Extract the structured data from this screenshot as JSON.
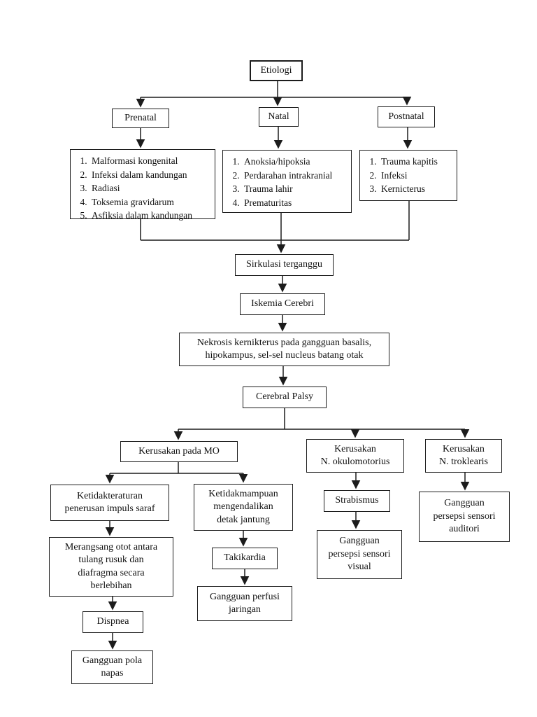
{
  "diagram": {
    "description": "Pathway flowchart from etiology to cerebral palsy complications",
    "nodes": {
      "etiologi": "Etiologi",
      "prenatal": "Prenatal",
      "natal": "Natal",
      "postnatal": "Postnatal",
      "prenatal_causes": [
        "Malformasi kongenital",
        "Infeksi dalam kandungan",
        "Radiasi",
        "Toksemia gravidarum",
        "Asfiksia dalam kandungan"
      ],
      "natal_causes": [
        "Anoksia/hipoksia",
        "Perdarahan intrakranial",
        "Trauma lahir",
        "Prematuritas"
      ],
      "postnatal_causes": [
        "Trauma kapitis",
        "Infeksi",
        "Kernicterus"
      ],
      "sirkulasi": "Sirkulasi terganggu",
      "iskemia": "Iskemia Cerebri",
      "nekrosis": "Nekrosis kernikterus pada gangguan basalis,\nhipokampus, sel-sel nucleus batang otak",
      "cerebral_palsy": "Cerebral Palsy",
      "kerusakan_mo": "Kerusakan pada MO",
      "kerusakan_okulomotorius": "Kerusakan\nN. okulomotorius",
      "kerusakan_troklearis": "Kerusakan\nN. troklearis",
      "ketidakteraturan": "Ketidakteraturan\npenerusan impuls saraf",
      "ketidakmampuan": "Ketidakmampuan\nmengendalikan\ndetak jantung",
      "merangsang": "Merangsang otot antara\ntulang rusuk dan\ndiafragma secara\nberlebihan",
      "dispnea": "Dispnea",
      "gangguan_pola_napas": "Gangguan pola\nnapas",
      "takikardia": "Takikardia",
      "gangguan_perfusi": "Gangguan perfusi\njaringan",
      "strabismus": "Strabismus",
      "gangguan_persepsi_visual": "Gangguan\npersepsi sensori\nvisual",
      "gangguan_persepsi_auditori": "Gangguan\npersepsi sensori\nauditori"
    },
    "colors": {
      "background": "#ffffff",
      "box_border": "#1c1c1c",
      "line": "#1c1c1c",
      "text": "#111111"
    }
  }
}
